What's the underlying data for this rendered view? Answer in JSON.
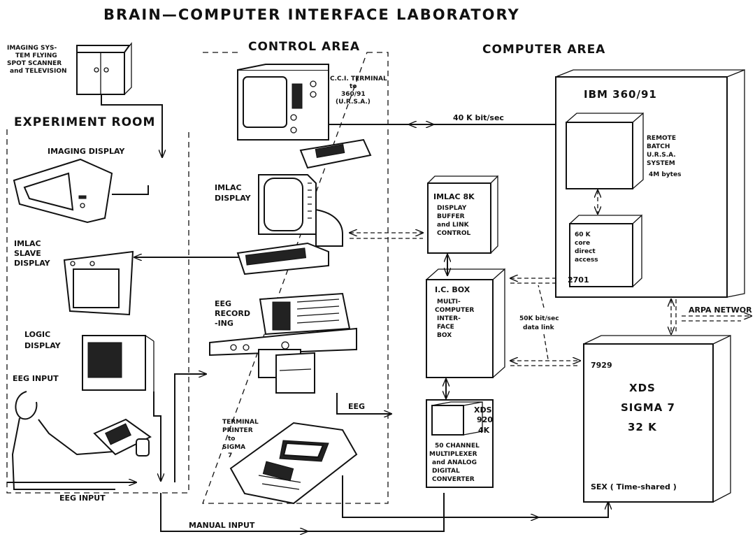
{
  "title": "BRAIN—COMPUTER  INTERFACE  LABORATORY",
  "areas": {
    "experiment_room": "EXPERIMENT  ROOM",
    "control_area": "CONTROL  AREA",
    "computer_area": "COMPUTER  AREA"
  },
  "imaging_system": [
    "IMAGING SYS-",
    "TEM FLYING",
    "SPOT SCANNER",
    "and TELEVISION"
  ],
  "imaging_display": "IMAGING DISPLAY",
  "imlac_slave": [
    "IMLAC",
    "SLAVE",
    "DISPLAY"
  ],
  "logic_display": [
    "LOGIC",
    "DISPLAY"
  ],
  "eeg_input_top": "EEG  INPUT",
  "eeg_input_bottom": "EEG  INPUT",
  "cci_terminal": [
    "C.C.I. TERMINAL",
    "to",
    "360/91",
    "(U.R.S.A.)"
  ],
  "imlac_display": [
    "IMLAC",
    "DISPLAY"
  ],
  "eeg_recording": [
    "EEG",
    "RECORD",
    "-ING"
  ],
  "terminal_printer": [
    "TERMINAL",
    "PRINTER",
    "to",
    "SIGMA",
    "7"
  ],
  "link_40k": "40 K   bit/sec",
  "eeg_label": "EEG",
  "manual_input": "MANUAL  INPUT",
  "imlac_8k": [
    "IMLAC  8K",
    "DISPLAY",
    "BUFFER",
    "and  LINK",
    "CONTROL"
  ],
  "ic_box": [
    "I.C. BOX",
    "MULTI-",
    "COMPUTER",
    "INTER-",
    "FACE",
    "BOX"
  ],
  "channel_box": [
    "50 CHANNEL",
    "MULTIPLEXER",
    "and ANALOG",
    "DIGITAL",
    "CONVERTER"
  ],
  "xds920": [
    "XDS",
    "920",
    "4K"
  ],
  "ibm": {
    "title": "IBM   360/91",
    "remote_batch": [
      "REMOTE",
      "BATCH",
      "U.R.S.A.",
      "SYSTEM",
      "4M bytes"
    ],
    "core": [
      "60 K",
      "core",
      "direct",
      "access"
    ],
    "port": "2701"
  },
  "link_50k": [
    "50K  bit/sec",
    "data  link"
  ],
  "arpa": "ARPA  NETWOR",
  "sigma7": {
    "port": "7929",
    "lines": [
      "XDS",
      "SIGMA  7",
      "32  K"
    ],
    "footer": "SEX ( Time-shared )"
  }
}
